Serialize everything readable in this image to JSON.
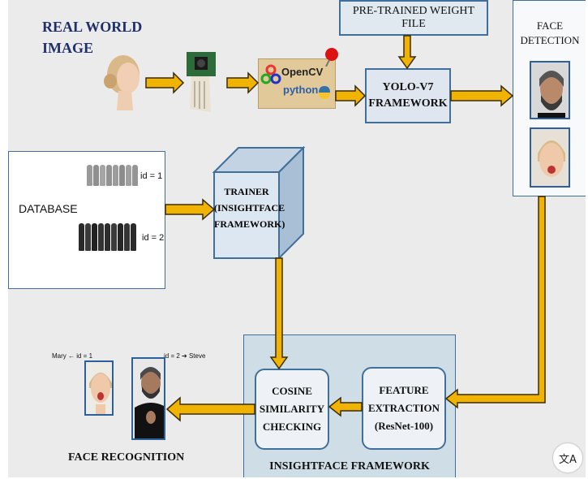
{
  "real_world_image": {
    "line1": "REAL WORLD",
    "line2": "IMAGE"
  },
  "opencv_logo": {
    "word1": "OpenCV",
    "word2": "python"
  },
  "pretrained_weight": "PRE-TRAINED WEIGHT FILE",
  "yolo": {
    "line1": "YOLO-V7",
    "line2": "FRAMEWORK"
  },
  "face_detection": {
    "line1": "FACE",
    "line2": "DETECTION"
  },
  "database": {
    "label": "DATABASE",
    "id1": "id = 1",
    "id2": "id = 2"
  },
  "trainer": {
    "line1": "TRAINER",
    "line2": "(INSIGHTFACE",
    "line3": "FRAMEWORK)"
  },
  "insightface_panel": {
    "title": "INSIGHTFACE FRAMEWORK"
  },
  "cosine": {
    "line1": "COSINE",
    "line2": "SIMILARITY",
    "line3": "CHECKING"
  },
  "feature": {
    "line1": "FEATURE",
    "line2": "EXTRACTION",
    "line3": "(ResNet-100)"
  },
  "face_recognition": {
    "title": "FACE RECOGNITION",
    "left_caption": "Mary ← id = 1",
    "right_caption": "id = 2 ➔ Steve"
  },
  "translate_icon_glyph": "文A",
  "colors": {
    "arrow_fill": "#f0b400",
    "arrow_edge": "#3a2a00",
    "box_border": "#3f6f9a",
    "panel_bg": "#cfdee6",
    "title_blue": "#1f2f6e"
  }
}
